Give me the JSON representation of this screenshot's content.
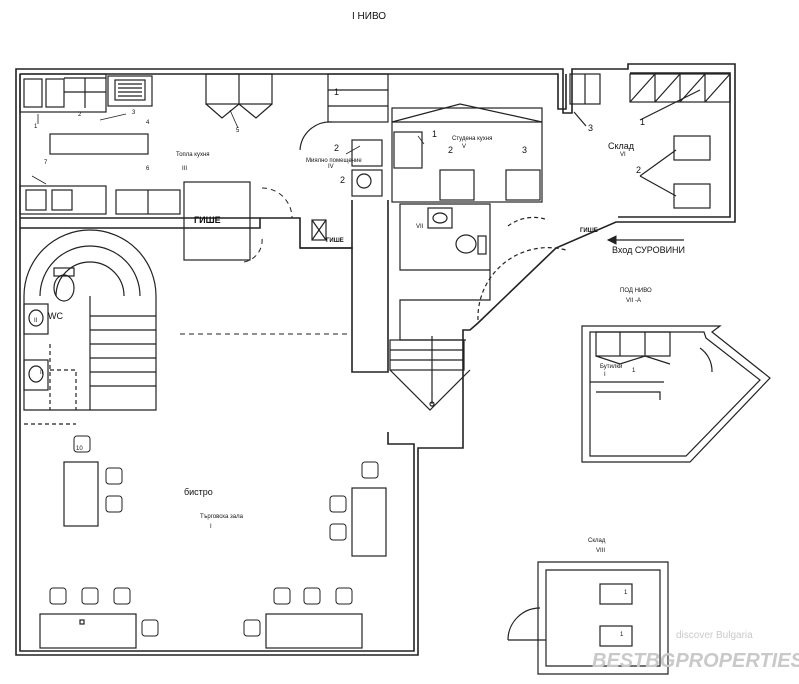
{
  "level_title": "I НИВО",
  "rooms": {
    "hot_kitchen": "Топла кухня",
    "hot_kitchen_num": "III",
    "washing": "Миялно помещение",
    "washing_num": "IV",
    "cold_kitchen": "Студена кухня",
    "cold_kitchen_num": "V",
    "storage": "Склад",
    "storage_num": "VI",
    "wc_num": "VII",
    "wc_label": "WC",
    "wc_cab_num": "II",
    "bistro": "бистро",
    "dining": "Търговска зала",
    "dining_num": "I"
  },
  "counters": {
    "main": "ГИШЕ",
    "washing": "ГИШЕ",
    "entrance": "ГИШЕ"
  },
  "entrance_label": "Вход СУРОВИНИ",
  "sublevel": {
    "title": "ПОД НИВО",
    "num": "VII -А",
    "bottles": "Бутилки",
    "bottles_num": "I",
    "shelf_num": "1"
  },
  "store_viii": {
    "title": "Склад",
    "num": "VIII",
    "items": [
      "1",
      "1"
    ]
  },
  "callouts": [
    "1",
    "2",
    "3",
    "4",
    "5",
    "6",
    "7",
    "1",
    "2",
    "1",
    "2",
    "3",
    "1",
    "2",
    "3",
    "2",
    "10",
    "II"
  ],
  "watermark": {
    "line1": "discover Bulgaria",
    "line2": "BESTBGPROPERTIES"
  }
}
